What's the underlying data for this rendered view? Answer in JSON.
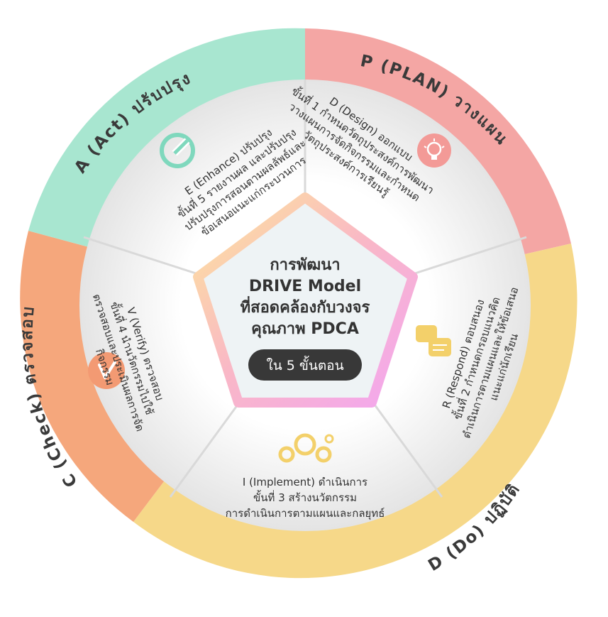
{
  "center": {
    "title_lines": [
      "การพัฒนา",
      "DRIVE Model",
      "ที่สอดคล้องกับวงจร",
      "คุณภาพ PDCA"
    ],
    "button_label": "ใน 5 ขั้นตอน"
  },
  "ring": {
    "plan": "P (PLAN) วางแผน",
    "do": "D (Do) ปฏิบัติ",
    "check": "C (Check) ตรวจสอบ",
    "act": "A (Act) ปรับปรุง"
  },
  "steps": {
    "design": [
      "D (Design) ออกแบบ",
      "ขั้นที่ 1 กำหนดวัตถุประสงค์การพัฒนา",
      "วางแผนการจัดกิจกรรมและกำหนด",
      "วัตถุประสงค์การเรียนรู้"
    ],
    "respond": [
      "R (Respond) ตอบสนอง",
      "ขั้นที่ 2 กำหนดกรอบแนวคิด",
      "ดำเนินการตามแผนและให้ข้อเสนอ",
      "แนะแก่นักเรียน"
    ],
    "implement": [
      "I (Implement) ดำเนินการ",
      "ขั้นที่ 3 สร้างนวัตกรรม",
      "การดำเนินการตามแผนและกลยุทธ์"
    ],
    "verify": [
      "V (Verify) ตรวจสอบ",
      "ขั้นที่ 4 นำนวัตกรรมไปใช้",
      "ตรวจสอบและประเมินผลการจัด",
      "กิจกรรม"
    ],
    "enhance": [
      "E (Enhance) ปรับปรุง",
      "ขั้นที่ 5 รายงานผล และปรับปรุง",
      "ปรับปรุงการสอนตามผลลัพธ์และ",
      "ข้อเสนอแนะแก่กระบวนการ"
    ]
  },
  "colors": {
    "plan": "#f4a6a4",
    "do": "#f6d889",
    "check": "#f5a77c",
    "act": "#a8e6d0",
    "center_fill": "#eef3f5",
    "button": "#383838"
  },
  "icons": {
    "design": "lightbulb-icon",
    "respond": "speech-bubbles-icon",
    "implement": "gears-icon",
    "verify": "checkmark-icon",
    "enhance": "edit-icon"
  }
}
